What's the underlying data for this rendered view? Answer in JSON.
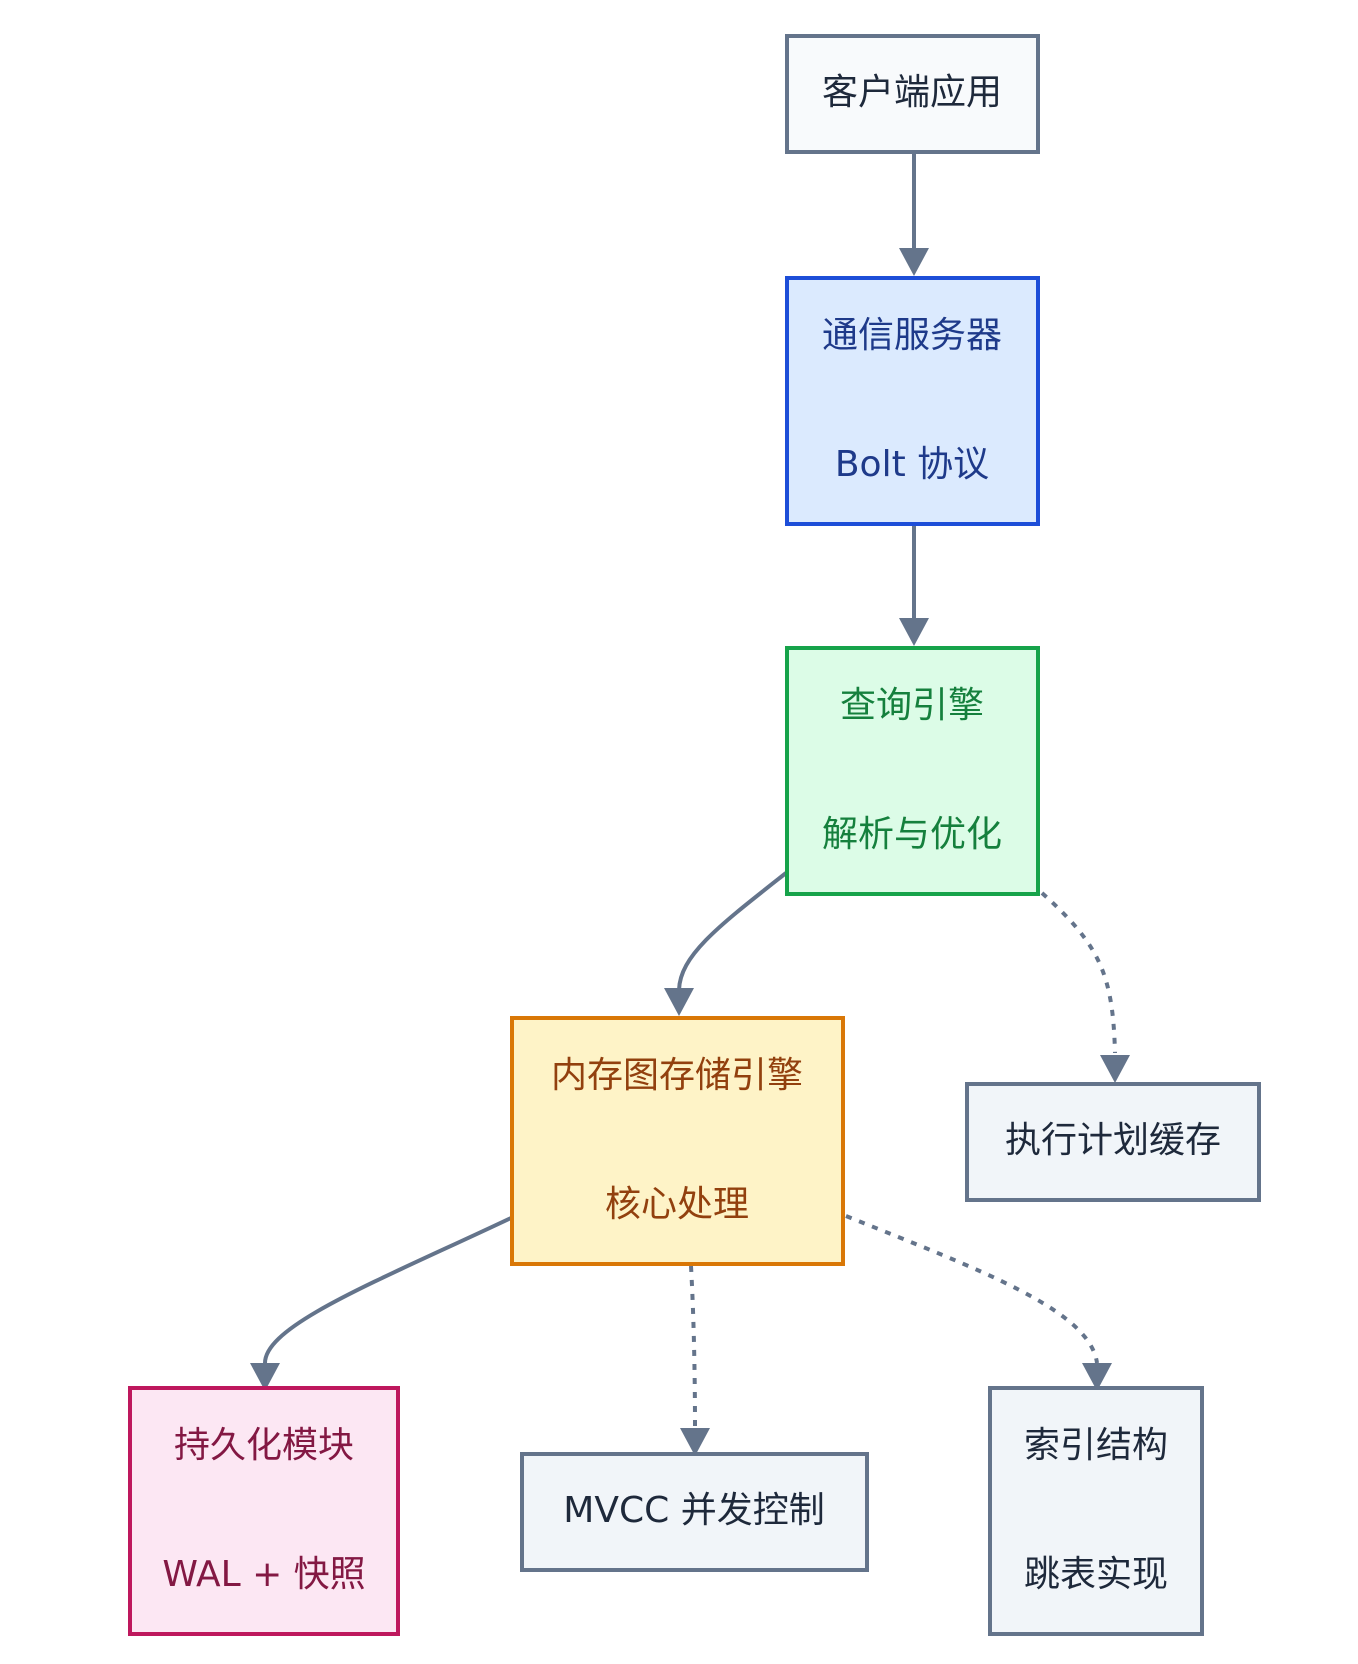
{
  "diagram": {
    "nodes": {
      "client": {
        "lines": [
          "客户端应用"
        ],
        "fill": "#f8fafc",
        "stroke": "#64748b",
        "text": "#1e293b"
      },
      "server": {
        "lines": [
          "通信服务器",
          "Bolt 协议"
        ],
        "fill": "#dbeafe",
        "stroke": "#1d4ed8",
        "text": "#1e3a8a"
      },
      "query": {
        "lines": [
          "查询引擎",
          "解析与优化"
        ],
        "fill": "#dcfce7",
        "stroke": "#16a34a",
        "text": "#15803d"
      },
      "storage": {
        "lines": [
          "内存图存储引擎",
          "核心处理"
        ],
        "fill": "#fef3c7",
        "stroke": "#d97706",
        "text": "#92400e"
      },
      "plan_cache": {
        "lines": [
          "执行计划缓存"
        ],
        "fill": "#f1f5f9",
        "stroke": "#64748b",
        "text": "#1e293b"
      },
      "persistence": {
        "lines": [
          "持久化模块",
          "WAL + 快照"
        ],
        "fill": "#fce7f3",
        "stroke": "#be185d",
        "text": "#831843"
      },
      "mvcc": {
        "lines": [
          "MVCC 并发控制"
        ],
        "fill": "#f1f5f9",
        "stroke": "#64748b",
        "text": "#1e293b"
      },
      "index": {
        "lines": [
          "索引结构",
          "跳表实现"
        ],
        "fill": "#f1f5f9",
        "stroke": "#64748b",
        "text": "#1e293b"
      }
    },
    "edges": [
      {
        "from": "client",
        "to": "server",
        "style": "solid"
      },
      {
        "from": "server",
        "to": "query",
        "style": "solid"
      },
      {
        "from": "query",
        "to": "storage",
        "style": "solid"
      },
      {
        "from": "query",
        "to": "plan_cache",
        "style": "dashed"
      },
      {
        "from": "storage",
        "to": "persistence",
        "style": "solid"
      },
      {
        "from": "storage",
        "to": "mvcc",
        "style": "dashed"
      },
      {
        "from": "storage",
        "to": "index",
        "style": "dashed"
      }
    ],
    "edge_color": "#64748b"
  }
}
